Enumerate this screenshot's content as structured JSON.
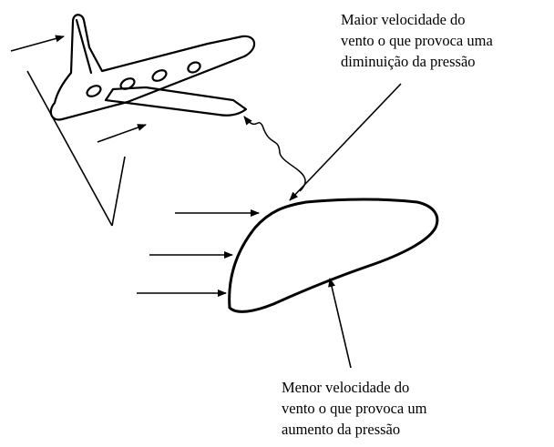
{
  "top_annotation": {
    "lines": [
      "Maior velocidade do",
      "vento o que provoca uma",
      "diminuição da pressão"
    ]
  },
  "bottom_annotation": {
    "lines": [
      "Menor velocidade do",
      "vento o que provoca um",
      "aumento da pressão"
    ]
  },
  "colors": {
    "stroke": "#000000",
    "background": "#ffffff"
  }
}
